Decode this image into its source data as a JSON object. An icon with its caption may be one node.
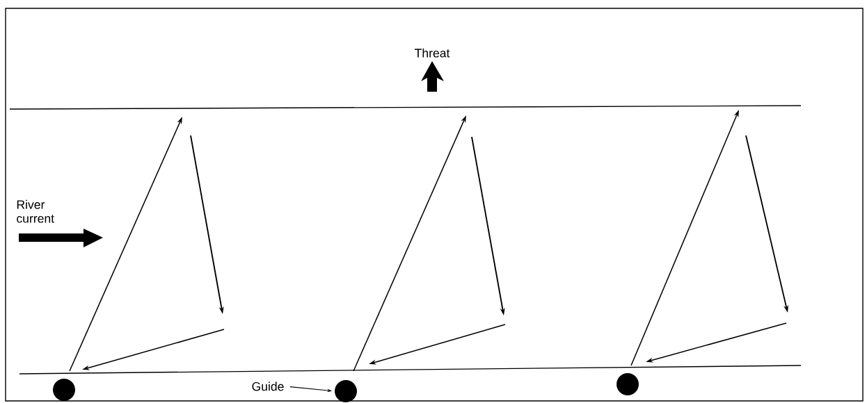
{
  "diagram": {
    "nodes": [
      {
        "text": [],
        "shape": "circle"
      },
      {
        "text": [
          "Guide"
        ]
      },
      {
        "text": [],
        "shape": "circle"
      },
      {
        "text": [],
        "shape": "circle"
      }
    ],
    "edges": [
      {
        "from": 1,
        "to": 2,
        "arrow": "to"
      }
    ],
    "labels": [
      "Threat",
      "River current"
    ]
  }
}
